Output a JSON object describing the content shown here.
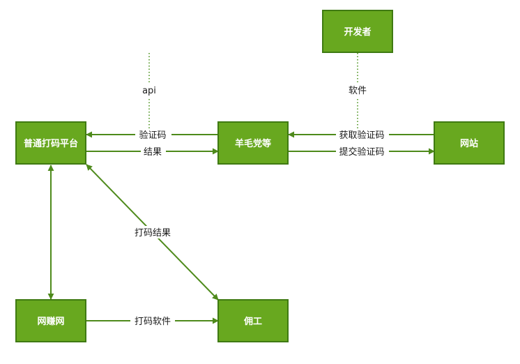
{
  "colors": {
    "node_fill": "#68A81F",
    "node_stroke": "#3F7A12",
    "edge": "#4E8A1B",
    "dotted": "#6FA84A"
  },
  "nodes": {
    "developer": "开发者",
    "platform": "普通打码平台",
    "yangmao": "羊毛党等",
    "website": "网站",
    "wangzhuan": "网赚网",
    "worker": "佣工"
  },
  "edges": {
    "api": "api",
    "software": "软件",
    "captcha": "验证码",
    "result": "结果",
    "get_captcha": "获取验证码",
    "submit_captcha": "提交验证码",
    "typing_result": "打码结果",
    "typing_software": "打码软件"
  }
}
